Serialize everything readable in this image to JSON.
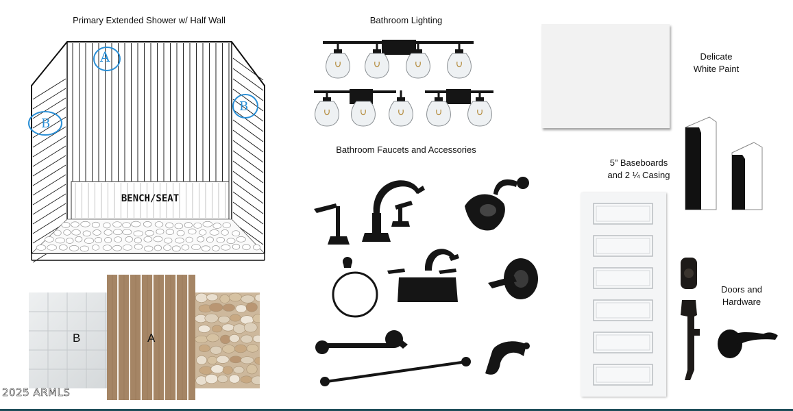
{
  "titles": {
    "shower": "Primary Extended Shower w/ Half Wall",
    "lighting": "Bathroom Lighting",
    "faucets": "Bathroom Faucets and Accessories"
  },
  "shower_labels": {
    "a": "A",
    "b": "B",
    "bench": "BENCH/SEAT"
  },
  "swatches": {
    "b": "B",
    "a": "A"
  },
  "paint": {
    "line1": "Delicate",
    "line2": "White Paint",
    "color": "#f2f2f2"
  },
  "baseboards": {
    "line1": "5” Baseboards",
    "line2": "and 2 ¼ Casing"
  },
  "doors": {
    "line1": "Doors and",
    "line2": "Hardware"
  },
  "watermark": "2025 ARMLS",
  "colors": {
    "fixture": "#151515",
    "tile_wood": "#a9896a",
    "marker": "#2a8fd6",
    "accent_line": "#1f4e5a"
  }
}
